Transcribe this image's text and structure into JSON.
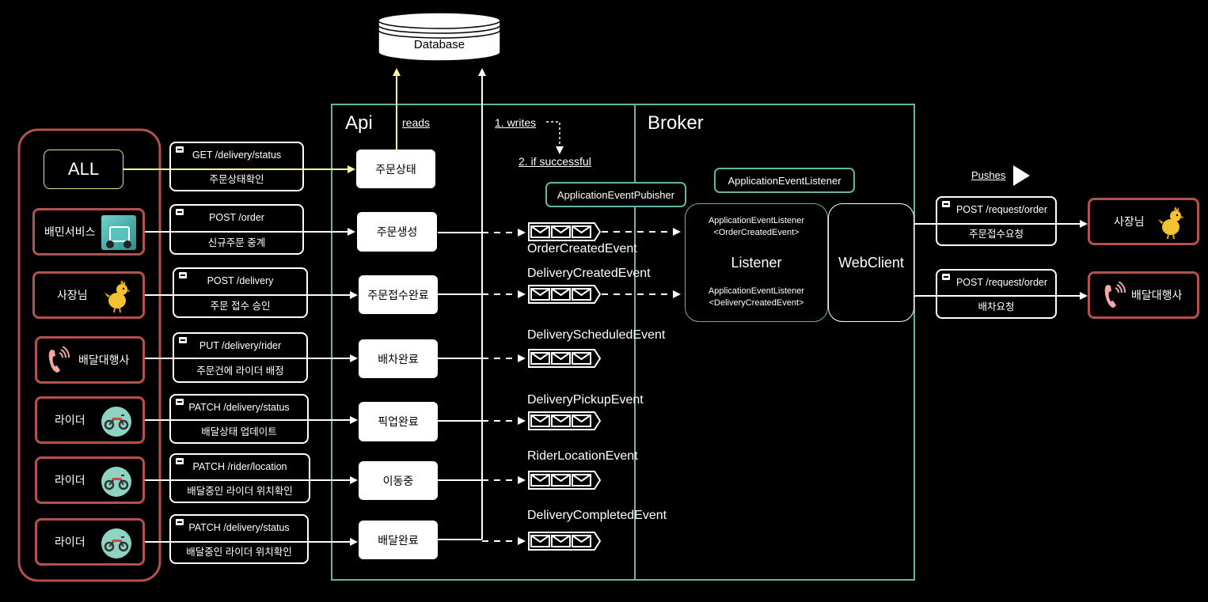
{
  "database": {
    "label": "Database"
  },
  "api": {
    "title": "Api",
    "reads": "reads",
    "writes": "1. writes",
    "if_successful": "2. if successful"
  },
  "broker": {
    "title": "Broker",
    "pushes": "Pushes"
  },
  "callouts": {
    "publisher": "ApplicationEventPubisher",
    "listener": "ApplicationEventListener"
  },
  "listener": {
    "title": "Listener",
    "l1a": "ApplicationEventListener",
    "l1b": "<OrderCreatedEvent>",
    "l2a": "ApplicationEventListener",
    "l2b": "<DeliveryCreatedEvent>"
  },
  "webclient": {
    "title": "WebClient"
  },
  "actors": [
    {
      "label": "ALL"
    },
    {
      "label": "배민서비스"
    },
    {
      "label": "사장님"
    },
    {
      "label": "배달대행사"
    },
    {
      "label": "라이더"
    },
    {
      "label": "라이더"
    },
    {
      "label": "라이더"
    }
  ],
  "endpoints": [
    {
      "method": "GET /delivery/status",
      "desc": "주문상태확인"
    },
    {
      "method": "POST /order",
      "desc": "신규주문 중계"
    },
    {
      "method": "POST /delivery",
      "desc": "주문 접수 승인"
    },
    {
      "method": "PUT /delivery/rider",
      "desc": "주문건에 라이더 배정"
    },
    {
      "method": "PATCH /delivery/status",
      "desc": "배달상태 업데이트"
    },
    {
      "method": "PATCH /rider/location",
      "desc": "배달중인 라이더 위치확인"
    },
    {
      "method": "PATCH /delivery/status",
      "desc": "배달중인 라이더 위치확인"
    }
  ],
  "states": [
    "주문상태",
    "주문생성",
    "주문접수완료",
    "배차완료",
    "픽업완료",
    "이동중",
    "배달완료"
  ],
  "events": [
    "OrderCreatedEvent",
    "DeliveryCreatedEvent",
    "DeliveryScheduledEvent",
    "DeliveryPickupEvent",
    "RiderLocationEvent",
    "DeliveryCompletedEvent"
  ],
  "outbound": [
    {
      "method": "POST /request/order",
      "desc": "주문접수요청",
      "target": "사장님"
    },
    {
      "method": "POST /request/order",
      "desc": "배차요청",
      "target": "배달대행사"
    }
  ],
  "colors": {
    "actor_border": "#b5514c",
    "boundary": "#64b5a6",
    "read_arrow": "#ffff99",
    "all_border": "#e5e58a"
  }
}
